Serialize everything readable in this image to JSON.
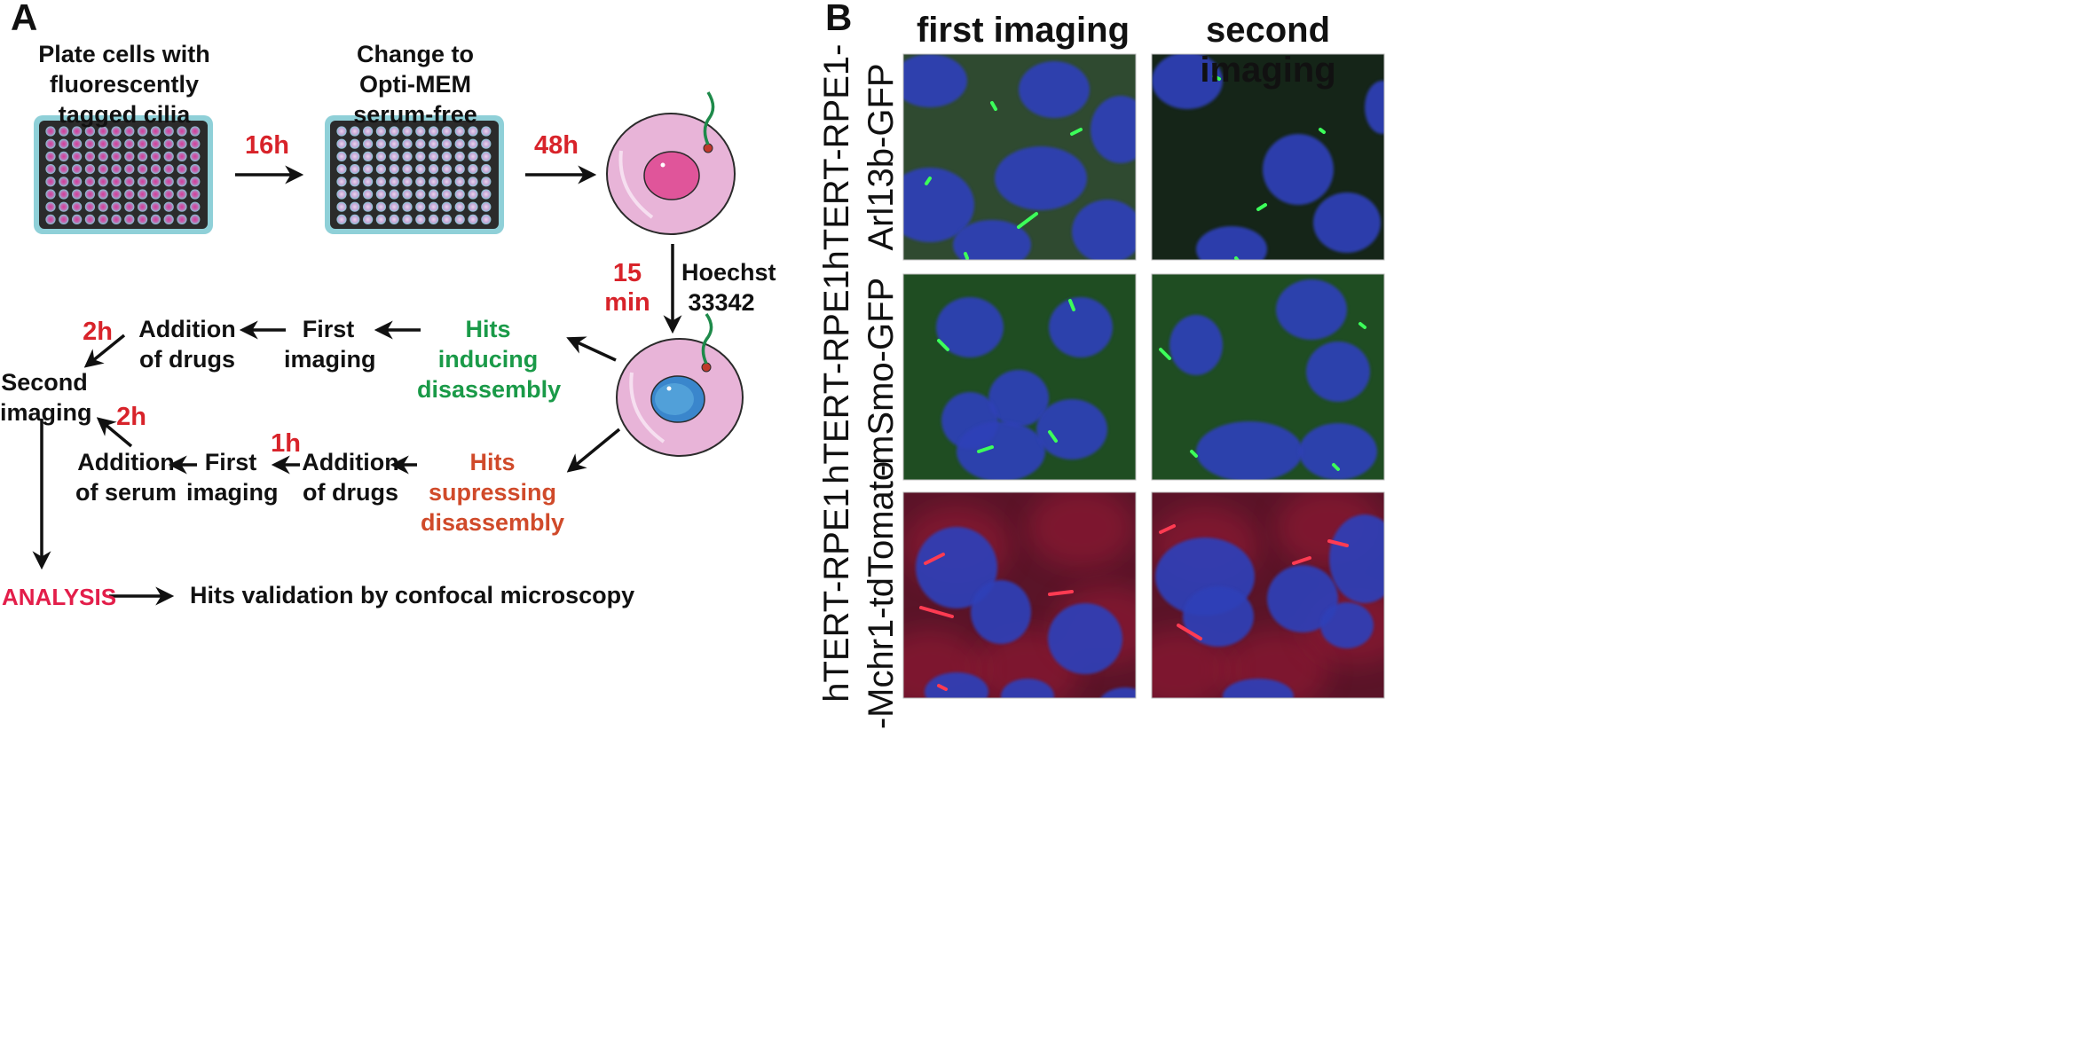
{
  "panels": {
    "a": "A",
    "b": "B"
  },
  "panel_a": {
    "plate1_label": "Plate cells with\nfluorescently\ntagged cilia",
    "plate2_label": "Change to\nOpti-MEM\nserum-free",
    "time_16h": "16h",
    "time_48h": "48h",
    "time_15min": "15 min",
    "hoechst": "Hoechst\n33342",
    "hits_inducing": "Hits inducing\ndisassembly",
    "first_imaging_top": "First\nimaging",
    "addition_drugs_top": "Addition\nof drugs",
    "time_2h_top": "2h",
    "second_imaging": "Second\nimaging",
    "time_2h_bottom": "2h",
    "hits_suppressing": "Hits supressing\ndisassembly",
    "addition_drugs_bottom": "Addition\nof drugs",
    "time_1h": "1h",
    "first_imaging_bottom": "First\nimaging",
    "addition_serum": "Addition\nof serum",
    "analysis": "ANALYSIS",
    "validation": "Hits validation by confocal microscopy",
    "colors": {
      "time_red": "#d8232a",
      "inducing_green": "#1a9a48",
      "suppressing_orange": "#d04a2a",
      "analysis_red": "#e31e4a",
      "cell_pink": "#e8b4d8",
      "nucleus_magenta": "#e0559a",
      "nucleus_blue": "#3a86cc",
      "cilium_green": "#1e8a4a",
      "plate_frame": "#333333",
      "plate_edge": "#8fd0d8"
    }
  },
  "panel_b": {
    "columns": [
      "first imaging",
      "second imaging"
    ],
    "rows": [
      {
        "label": "hTERT-RPE1-\nArl13b-GFP",
        "channel": "green",
        "background": "#2f4a30"
      },
      {
        "label": "hTERT-RPE1\n-mSmo-GFP",
        "channel": "green",
        "background": "#1f4d22"
      },
      {
        "label": "hTERT-RPE1\n-Mchr1-tdTomato",
        "channel": "red",
        "background": "#5a1428"
      }
    ],
    "colors": {
      "nucleus": "#2e3fb8",
      "green_cilium": "#3cff5a",
      "red_cilium": "#ff3b52"
    }
  }
}
